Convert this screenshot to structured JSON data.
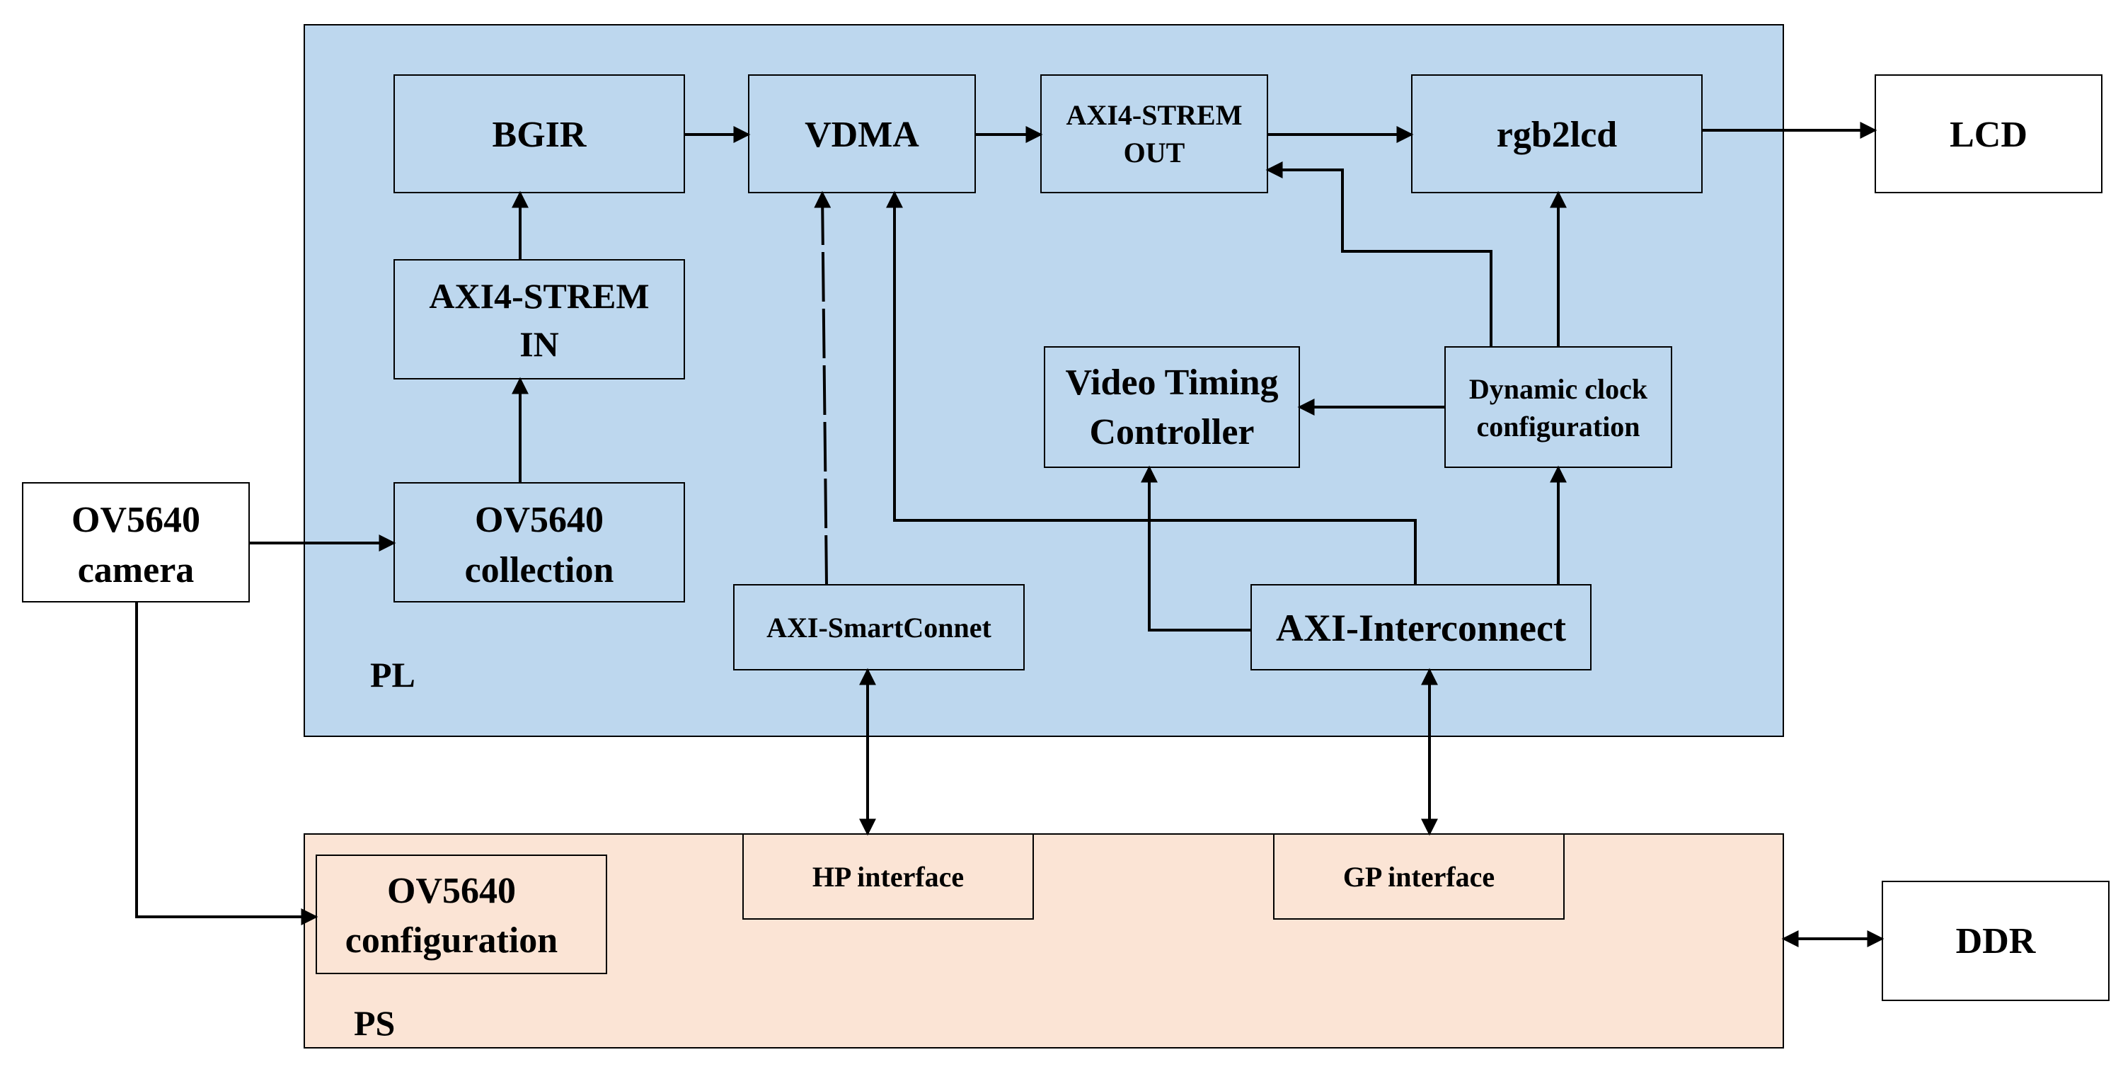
{
  "colors": {
    "pl_fill": "#bdd7ee",
    "ps_fill": "#fbe4d5",
    "block_white": "#ffffff",
    "stroke": "#000000"
  },
  "regions": {
    "pl_label": "PL",
    "ps_label": "PS"
  },
  "blocks": {
    "bgir": [
      "BGIR"
    ],
    "vdma": [
      "VDMA"
    ],
    "axi_stream_out": [
      "AXI4-STREM",
      "OUT"
    ],
    "rgb2lcd": [
      "rgb2lcd"
    ],
    "lcd": [
      "LCD"
    ],
    "axi_stream_in": [
      "AXI4-STREM",
      "IN"
    ],
    "video_timing": [
      "Video Timing",
      "Controller"
    ],
    "dynamic_clock": [
      "Dynamic clock",
      "configuration"
    ],
    "ov5640_camera": [
      "OV5640",
      "camera"
    ],
    "ov5640_collection": [
      "OV5640",
      "collection"
    ],
    "axi_smartconnect": [
      "AXI-SmartConnet"
    ],
    "axi_interconnect": [
      "AXI-Interconnect"
    ],
    "hp_interface": [
      "HP interface"
    ],
    "gp_interface": [
      "GP interface"
    ],
    "ov5640_config": [
      "OV5640",
      "configuration"
    ],
    "ddr": [
      "DDR"
    ]
  }
}
